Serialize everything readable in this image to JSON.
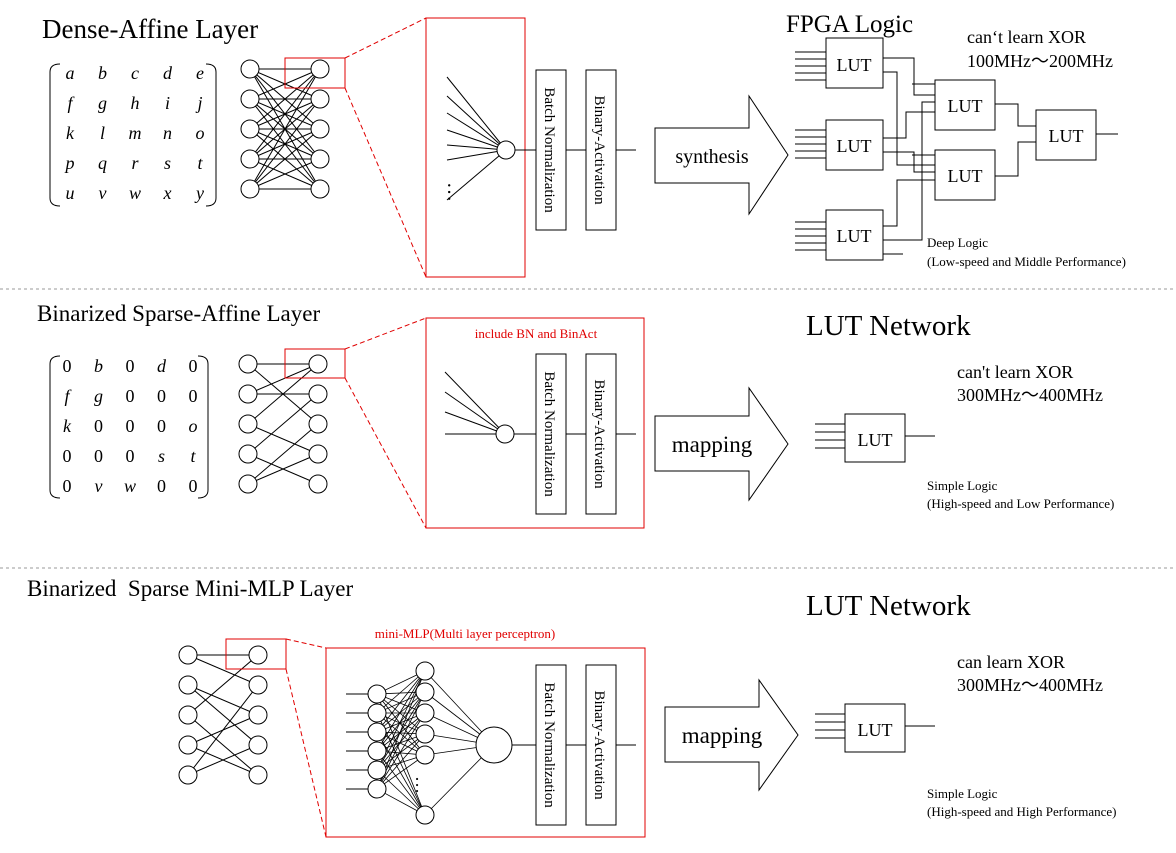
{
  "sections": [
    {
      "title": "Dense-Affine Layer",
      "matrix": [
        [
          "a",
          "b",
          "c",
          "d",
          "e"
        ],
        [
          "f",
          "g",
          "h",
          "i",
          "j"
        ],
        [
          "k",
          "l",
          "m",
          "n",
          "o"
        ],
        [
          "p",
          "q",
          "r",
          "s",
          "t"
        ],
        [
          "u",
          "v",
          "w",
          "x",
          "y"
        ]
      ],
      "node_label": "…",
      "bn_label": "Batch Normalization",
      "act_label": "Binary-Activation",
      "arrow_label": "synthesis",
      "target_title": "FPGA Logic",
      "lut_label": "LUT",
      "xor_text": "can‘t learn XOR",
      "freq_text": "100MHz～200MHz",
      "logic_name": "Deep Logic",
      "logic_desc": "(Low-speed and Middle Performance)"
    },
    {
      "title": "Binarized Sparse-Affine Layer",
      "matrix": [
        [
          "0",
          "b",
          "0",
          "d",
          "0"
        ],
        [
          "f",
          "g",
          "0",
          "0",
          "0"
        ],
        [
          "k",
          "0",
          "0",
          "0",
          "o"
        ],
        [
          "0",
          "0",
          "0",
          "s",
          "t"
        ],
        [
          "0",
          "v",
          "w",
          "0",
          "0"
        ]
      ],
      "zoom_caption": "include BN and BinAct",
      "bn_label": "Batch Normalization",
      "act_label": "Binary-Activation",
      "arrow_label": "mapping",
      "target_title": "LUT Network",
      "lut_label": "LUT",
      "xor_text": "can't learn XOR",
      "freq_text": "300MHz～400MHz",
      "logic_name": "Simple Logic",
      "logic_desc": "(High-speed and Low Performance)"
    },
    {
      "title": "Binarized  Sparse Mini-MLP Layer",
      "zoom_caption": "mini-MLP(Multi layer perceptron)",
      "node_label": "…",
      "bn_label": "Batch Normalization",
      "act_label": "Binary-Activation",
      "arrow_label": "mapping",
      "target_title": "LUT Network",
      "lut_label": "LUT",
      "xor_text": "can learn XOR",
      "freq_text": "300MHz～400MHz",
      "logic_name": "Simple Logic",
      "logic_desc": "(High-speed and High Performance)"
    }
  ],
  "colors": {
    "ink": "#000000",
    "highlight": "#e00000",
    "divider": "#999999"
  }
}
